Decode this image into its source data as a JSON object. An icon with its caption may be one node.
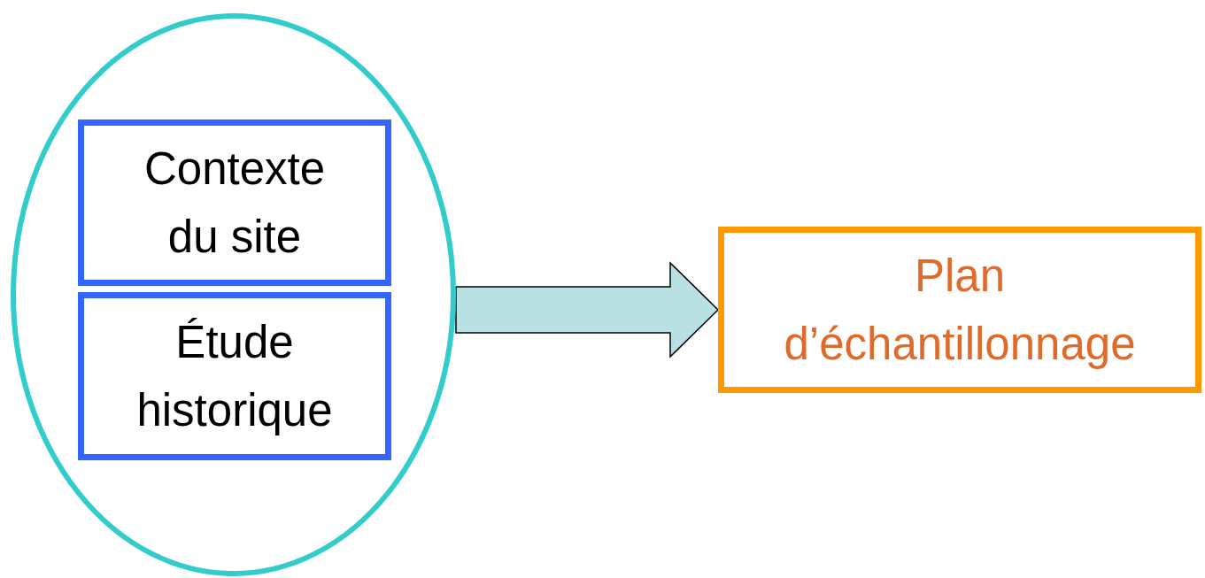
{
  "diagram": {
    "nodes": [
      {
        "text": [],
        "shape": "ellipse"
      },
      {
        "text": [
          "Contexte du site"
        ],
        "in": 0
      },
      {
        "text": [
          "Étude historique"
        ],
        "in": 0
      },
      {
        "text": [
          "Plan d’échantillonnage"
        ]
      }
    ],
    "edges": [
      {
        "from": 0,
        "to": 3,
        "arrow": "to",
        "style": "thick",
        "color": "#b9e0e3"
      }
    ]
  }
}
